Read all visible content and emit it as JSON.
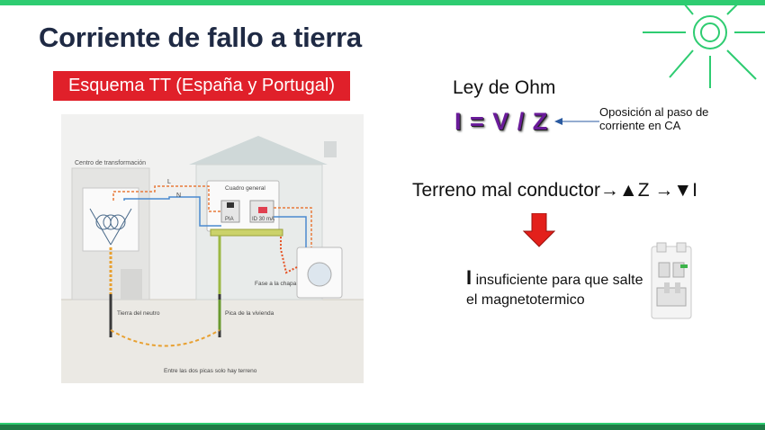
{
  "slide": {
    "title": "Corriente de fallo a tierra",
    "badge": "Esquema TT (España y Portugal)"
  },
  "diagram": {
    "transformer_label": "Centro de transformación",
    "line_L": "L",
    "line_N": "N",
    "panel_label": "Cuadro general",
    "pia_label": "PIA",
    "id_label": "ID 30 mA",
    "fault_label": "Fase a la chapa",
    "neutral_ground_label": "Tierra del neutro",
    "house_ground_label": "Pica de la vivienda",
    "terrain_label": "Entre las dos picas solo hay terreno"
  },
  "ohm": {
    "title": "Ley de Ohm",
    "formula": "I = V / Z",
    "note": "Oposición al paso de corriente en CA"
  },
  "terreno": {
    "text": "Terreno mal conductor→▲Z →▼I"
  },
  "insufficient": {
    "big_i": "I",
    "text": " insuficiente para que salte el magnetotermico"
  },
  "colors": {
    "accent_green": "#2ecc71",
    "badge_red": "#e0202a",
    "formula_purple": "#6a1b9a",
    "arrow_red": "#e3201b"
  },
  "icons": [
    "sun-icon",
    "down-arrow-icon",
    "left-arrow-icon",
    "circuit-breaker-icon"
  ]
}
